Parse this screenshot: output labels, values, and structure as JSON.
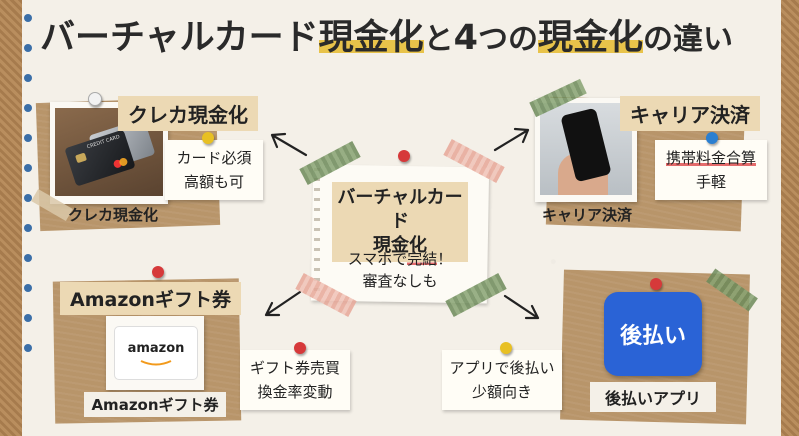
{
  "title": {
    "part1": "バーチャルカード",
    "part2": "現金化",
    "part3": "と",
    "part4": "4",
    "part5": "つの",
    "part6": "現金化",
    "part7": "の違い"
  },
  "center": {
    "name_line1": "バーチャルカード",
    "name_line2": "現金化",
    "desc_line1_a": "スマホで",
    "desc_line1_b": "完結",
    "desc_line1_c": "！",
    "desc_line2": "審査なしも"
  },
  "methods": {
    "credit": {
      "title": "クレカ現金化",
      "photo_label": "クレカ現金化",
      "card_text": "CREDIT CARD",
      "note_line1": "カード必須",
      "note_line2": "高額も可"
    },
    "carrier": {
      "title": "キャリア決済",
      "photo_label": "キャリア決済",
      "note_line1": "携帯料金合算",
      "note_line2": "手軽"
    },
    "amazon": {
      "title": "Amazonギフト券",
      "photo_label": "Amazonギフト券",
      "logo_text": "amazon",
      "note_line1": "ギフト券売買",
      "note_line2": "換金率変動"
    },
    "postpay": {
      "title": "後払いアプリ",
      "app_text": "後払い",
      "note_line1": "アプリで後払い",
      "note_line2": "少額向き"
    }
  },
  "colors": {
    "accent_yellow": "#e8c34a",
    "pin_red": "#d6393a",
    "app_blue": "#2a63d6",
    "kraft": "#b8956a"
  }
}
